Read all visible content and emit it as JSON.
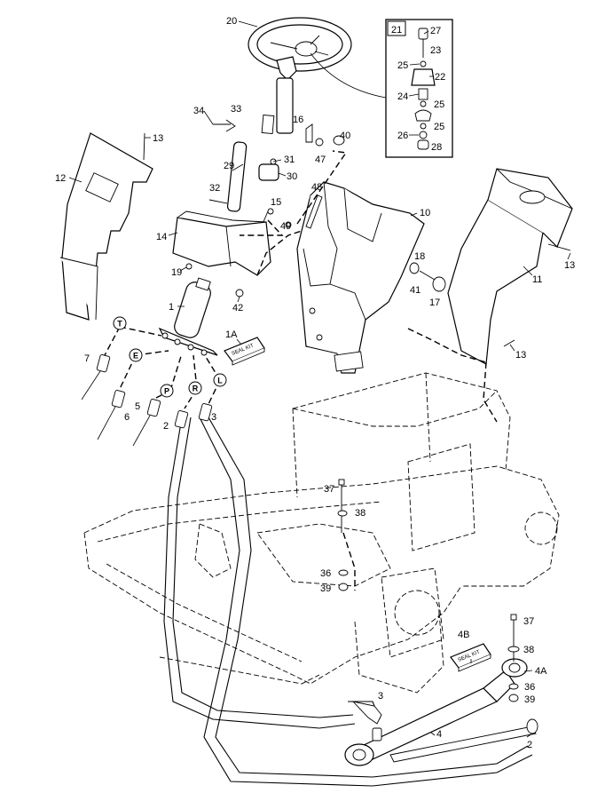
{
  "callouts": {
    "c20": "20",
    "c21": "21",
    "c27": "27",
    "c23": "23",
    "c25a": "25",
    "c22": "22",
    "c24": "24",
    "c25b": "25",
    "c25c": "25",
    "c26": "26",
    "c28": "28",
    "c34": "34",
    "c33": "33",
    "c13a": "13",
    "c16": "16",
    "c40": "40",
    "c47": "47",
    "c12": "12",
    "c29": "29",
    "c31": "31",
    "c30": "30",
    "c32": "32",
    "c48": "48",
    "c15": "15",
    "c49": "49",
    "c10": "10",
    "c14": "14",
    "c19": "19",
    "c42": "42",
    "c18": "18",
    "c41": "41",
    "c17": "17",
    "c11": "11",
    "c13b": "13",
    "c1": "1",
    "c1a": "1A",
    "c13c": "13",
    "c7": "7",
    "c6": "6",
    "c5": "5",
    "c2a": "2",
    "c3a": "3",
    "c37a": "37",
    "c38a": "38",
    "c36a": "36",
    "c39a": "39",
    "c4b": "4B",
    "c37b": "37",
    "c38b": "38",
    "c4a": "4A",
    "c36b": "36",
    "c39b": "39",
    "c3b": "3",
    "c4": "4",
    "c2b": "2"
  },
  "ports": {
    "T": "T",
    "E": "E",
    "P": "P",
    "R": "R",
    "L": "L"
  },
  "seal_kits": {
    "kit1a": "SEAL KIT",
    "kit4b": "SEAL KIT"
  }
}
